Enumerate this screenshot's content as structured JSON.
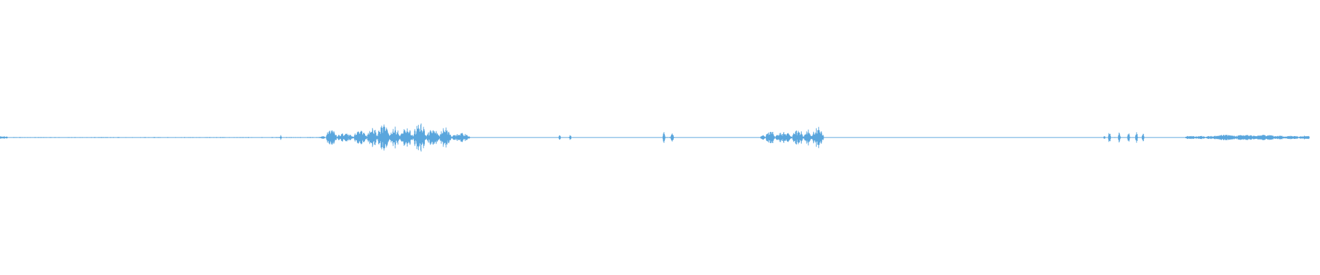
{
  "waveform": {
    "color": "#5aa6dd",
    "background": "#ffffff",
    "duration_fraction_with_audio": 0.992,
    "segments": [
      {
        "start": 0.0,
        "end": 0.0055,
        "amp": 0.01,
        "kind": "noise"
      },
      {
        "start": 0.0055,
        "end": 0.212,
        "amp": 0.004,
        "kind": "noise"
      },
      {
        "start": 0.212,
        "end": 0.2135,
        "amp": 0.02,
        "kind": "blip"
      },
      {
        "start": 0.2135,
        "end": 0.242,
        "amp": 0.004,
        "kind": "noise"
      },
      {
        "start": 0.242,
        "end": 0.247,
        "amp": 0.01,
        "kind": "burst"
      },
      {
        "start": 0.247,
        "end": 0.255,
        "amp": 0.08,
        "kind": "speech"
      },
      {
        "start": 0.255,
        "end": 0.268,
        "amp": 0.035,
        "kind": "speech"
      },
      {
        "start": 0.268,
        "end": 0.278,
        "amp": 0.06,
        "kind": "speech"
      },
      {
        "start": 0.278,
        "end": 0.286,
        "amp": 0.085,
        "kind": "speech"
      },
      {
        "start": 0.286,
        "end": 0.295,
        "amp": 0.105,
        "kind": "speech"
      },
      {
        "start": 0.295,
        "end": 0.303,
        "amp": 0.08,
        "kind": "speech"
      },
      {
        "start": 0.303,
        "end": 0.313,
        "amp": 0.07,
        "kind": "speech"
      },
      {
        "start": 0.313,
        "end": 0.323,
        "amp": 0.115,
        "kind": "speech"
      },
      {
        "start": 0.323,
        "end": 0.333,
        "amp": 0.065,
        "kind": "speech"
      },
      {
        "start": 0.333,
        "end": 0.342,
        "amp": 0.08,
        "kind": "speech"
      },
      {
        "start": 0.342,
        "end": 0.356,
        "amp": 0.035,
        "kind": "speech"
      },
      {
        "start": 0.356,
        "end": 0.362,
        "amp": 0.002,
        "kind": "noise"
      },
      {
        "start": 0.362,
        "end": 0.423,
        "amp": 0.002,
        "kind": "noise"
      },
      {
        "start": 0.423,
        "end": 0.425,
        "amp": 0.018,
        "kind": "blip"
      },
      {
        "start": 0.425,
        "end": 0.431,
        "amp": 0.002,
        "kind": "noise"
      },
      {
        "start": 0.431,
        "end": 0.433,
        "amp": 0.018,
        "kind": "blip"
      },
      {
        "start": 0.433,
        "end": 0.502,
        "amp": 0.002,
        "kind": "noise"
      },
      {
        "start": 0.502,
        "end": 0.504,
        "amp": 0.04,
        "kind": "blip"
      },
      {
        "start": 0.504,
        "end": 0.508,
        "amp": 0.005,
        "kind": "noise"
      },
      {
        "start": 0.508,
        "end": 0.5105,
        "amp": 0.03,
        "kind": "blip"
      },
      {
        "start": 0.5105,
        "end": 0.576,
        "amp": 0.002,
        "kind": "noise"
      },
      {
        "start": 0.576,
        "end": 0.58,
        "amp": 0.02,
        "kind": "speech"
      },
      {
        "start": 0.58,
        "end": 0.587,
        "amp": 0.055,
        "kind": "speech"
      },
      {
        "start": 0.587,
        "end": 0.6,
        "amp": 0.045,
        "kind": "speech"
      },
      {
        "start": 0.6,
        "end": 0.609,
        "amp": 0.06,
        "kind": "speech"
      },
      {
        "start": 0.609,
        "end": 0.615,
        "amp": 0.06,
        "kind": "speech"
      },
      {
        "start": 0.615,
        "end": 0.624,
        "amp": 0.08,
        "kind": "speech"
      },
      {
        "start": 0.624,
        "end": 0.836,
        "amp": 0.002,
        "kind": "noise"
      },
      {
        "start": 0.836,
        "end": 0.8375,
        "amp": 0.012,
        "kind": "blip"
      },
      {
        "start": 0.8375,
        "end": 0.8395,
        "amp": 0.002,
        "kind": "noise"
      },
      {
        "start": 0.8395,
        "end": 0.8415,
        "amp": 0.045,
        "kind": "blip"
      },
      {
        "start": 0.8415,
        "end": 0.847,
        "amp": 0.003,
        "kind": "noise"
      },
      {
        "start": 0.847,
        "end": 0.849,
        "amp": 0.04,
        "kind": "blip"
      },
      {
        "start": 0.849,
        "end": 0.854,
        "amp": 0.003,
        "kind": "noise"
      },
      {
        "start": 0.854,
        "end": 0.856,
        "amp": 0.035,
        "kind": "blip"
      },
      {
        "start": 0.856,
        "end": 0.86,
        "amp": 0.003,
        "kind": "noise"
      },
      {
        "start": 0.86,
        "end": 0.862,
        "amp": 0.04,
        "kind": "blip"
      },
      {
        "start": 0.862,
        "end": 0.865,
        "amp": 0.003,
        "kind": "noise"
      },
      {
        "start": 0.865,
        "end": 0.867,
        "amp": 0.03,
        "kind": "blip"
      },
      {
        "start": 0.867,
        "end": 0.898,
        "amp": 0.002,
        "kind": "noise"
      },
      {
        "start": 0.898,
        "end": 0.92,
        "amp": 0.012,
        "kind": "hum"
      },
      {
        "start": 0.92,
        "end": 0.965,
        "amp": 0.02,
        "kind": "hum"
      },
      {
        "start": 0.965,
        "end": 0.992,
        "amp": 0.014,
        "kind": "hum"
      }
    ]
  }
}
